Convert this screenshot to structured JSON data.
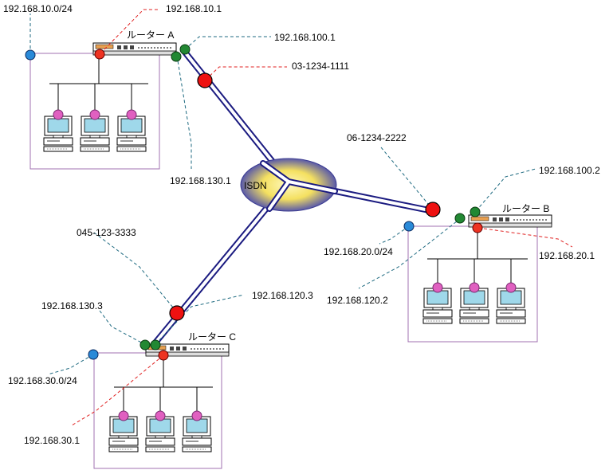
{
  "isdn_label": "ISDN",
  "routers": {
    "a": {
      "name": "ルーター A",
      "lan_ip": "192.168.10.1",
      "isdn_ip": "192.168.100.1",
      "wan_ip": "192.168.130.1",
      "phone": "03-1234-1111",
      "network": "192.168.10.0/24"
    },
    "b": {
      "name": "ルーター B",
      "lan_ip": "192.168.20.1",
      "isdn_ip": "192.168.100.2",
      "wan_ip": "192.168.120.2",
      "phone": "06-1234-2222",
      "network": "192.168.20.0/24"
    },
    "c": {
      "name": "ルーター C",
      "lan_ip": "192.168.30.1",
      "isdn_ip": "192.168.120.3",
      "wan_ip": "192.168.130.3",
      "phone": "045-123-3333",
      "network": "192.168.30.0/24"
    }
  },
  "colors": {
    "isdn_line": "#1a1a80",
    "lan_box": "#a070b0",
    "phone_node": "#ee1111",
    "lan_port": "#ee3322",
    "wan_port": "#228833",
    "network_node": "#2a8ad8",
    "pc_node": "#e060c0"
  }
}
